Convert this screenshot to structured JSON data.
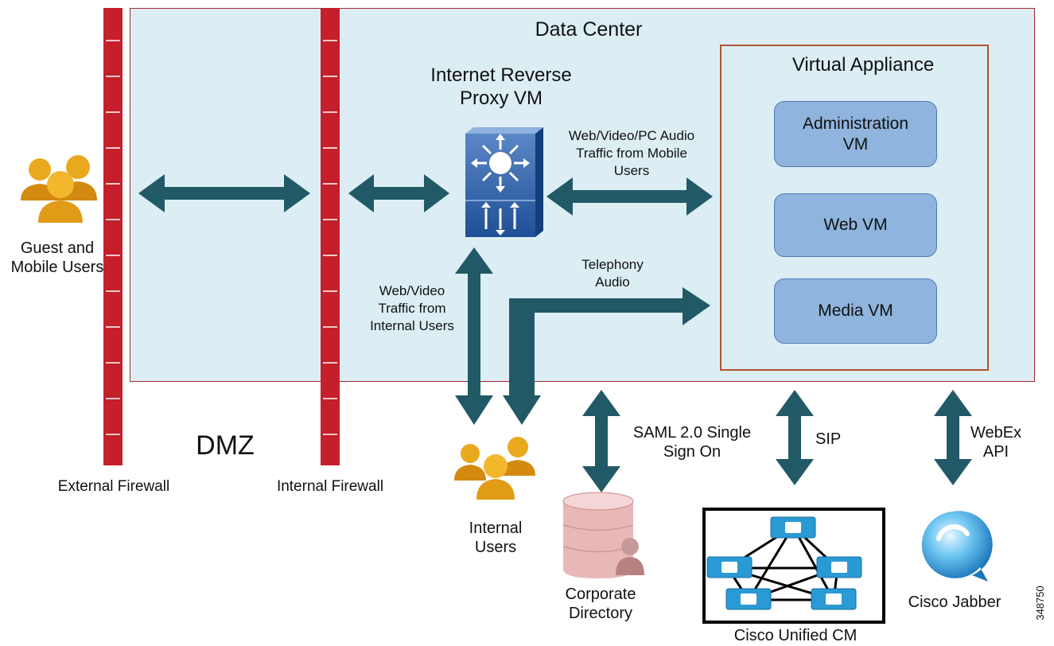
{
  "diagram": {
    "title": "Data Center",
    "dmz_label": "DMZ",
    "figure_id": "348750",
    "firewalls": {
      "external": "External Firewall",
      "internal": "Internal Firewall"
    },
    "proxy": {
      "label": "Internet Reverse Proxy VM"
    },
    "virtual_appliance": {
      "title": "Virtual Appliance",
      "vms": [
        "Administration VM",
        "Web VM",
        "Media VM"
      ]
    },
    "actors": {
      "guest_users": "Guest and Mobile Users",
      "internal_users": "Internal Users",
      "corporate_directory": "Corporate Directory",
      "cisco_ucm": "Cisco Unified CM",
      "cisco_jabber": "Cisco Jabber"
    },
    "flows": {
      "mobile_traffic": "Web/Video/PC Audio Traffic from Mobile Users",
      "internal_traffic": "Web/Video Traffic from Internal Users",
      "telephony": "Telephony Audio",
      "saml": "SAML 2.0 Single Sign On",
      "sip": "SIP",
      "webex_api": "WebEx API"
    },
    "colors": {
      "data_center_fill": "#dcedf4",
      "data_center_border": "#a52a2a",
      "firewall": "#c41f2b",
      "arrow": "#215a66",
      "vm_fill": "#8fb4dd",
      "appliance_border": "#b0532d"
    }
  }
}
